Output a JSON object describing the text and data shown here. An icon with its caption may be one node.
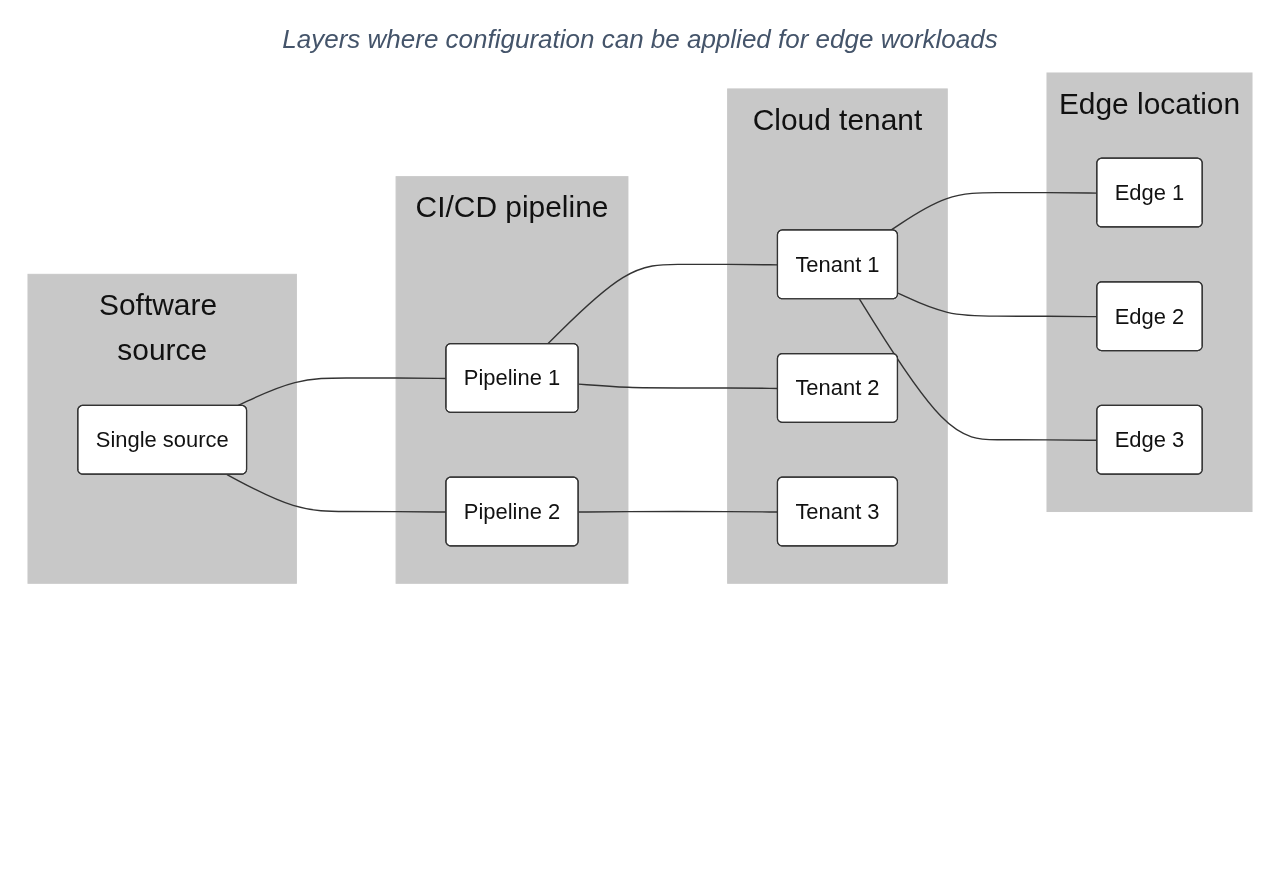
{
  "diagram": {
    "title": "Layers where configuration can be applied for edge workloads",
    "nodes": [
      {
        "text": [
          "Software source"
        ]
      },
      {
        "text": [
          "Single source"
        ],
        "in": 0
      },
      {
        "text": [
          "CI/CD pipeline"
        ]
      },
      {
        "text": [
          "Pipeline 1"
        ],
        "in": 2
      },
      {
        "text": [
          "Pipeline 2"
        ],
        "in": 2
      },
      {
        "text": [
          "Cloud tenant"
        ]
      },
      {
        "text": [
          "Tenant 1"
        ],
        "in": 5
      },
      {
        "text": [
          "Tenant 2"
        ],
        "in": 5
      },
      {
        "text": [
          "Tenant 3"
        ],
        "in": 5
      },
      {
        "text": [
          "Edge location"
        ]
      },
      {
        "text": [
          "Edge 1"
        ],
        "in": 9
      },
      {
        "text": [
          "Edge 2"
        ],
        "in": 9
      },
      {
        "text": [
          "Edge 3"
        ],
        "in": 9
      }
    ],
    "edges": [
      {
        "from": 1,
        "to": 3,
        "arrow": "none"
      },
      {
        "from": 1,
        "to": 4,
        "arrow": "none"
      },
      {
        "from": 3,
        "to": 6,
        "arrow": "none"
      },
      {
        "from": 3,
        "to": 7,
        "arrow": "none"
      },
      {
        "from": 4,
        "to": 8,
        "arrow": "none"
      },
      {
        "from": 6,
        "to": 10,
        "arrow": "none"
      },
      {
        "from": 6,
        "to": 11,
        "arrow": "none"
      },
      {
        "from": 6,
        "to": 12,
        "arrow": "none"
      }
    ]
  }
}
